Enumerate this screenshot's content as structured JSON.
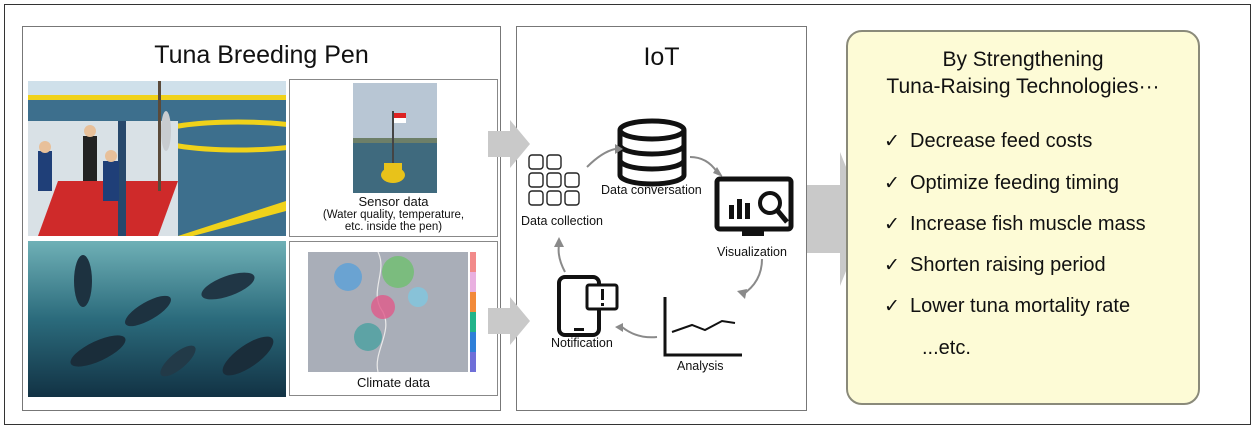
{
  "pen": {
    "title": "Tuna Breeding Pen",
    "sensor_caption": "Sensor data",
    "sensor_detail_1": "(Water quality, temperature,",
    "sensor_detail_2": "etc. inside the pen)",
    "climate_caption": "Climate data"
  },
  "iot": {
    "title": "IoT",
    "data_collection": "Data collection",
    "data_conversation": "Data conversation",
    "visualization": "Visualization",
    "analysis": "Analysis",
    "notification": "Notification"
  },
  "results": {
    "title_line1": "By Strengthening",
    "title_line2": "Tuna-Raising Technologies···",
    "items": [
      "Decrease feed costs",
      "Optimize feeding timing",
      "Increase fish muscle mass",
      "Shorten raising period",
      "Lower tuna mortality rate"
    ],
    "etc": "...etc."
  },
  "colors": {
    "arrow": "#c9c9c9",
    "result_bg": "#fdfbd6",
    "sea": "#3d6f8d",
    "underwater": "#2b6b7c",
    "pen_float": "#f0d21a",
    "buoy": "#e8c21a"
  },
  "icons": [
    "check-icon",
    "database-icon",
    "monitor-magnifier-icon",
    "line-chart-icon",
    "tablet-alert-icon",
    "grid-icon",
    "cycle-arrow-icon"
  ]
}
